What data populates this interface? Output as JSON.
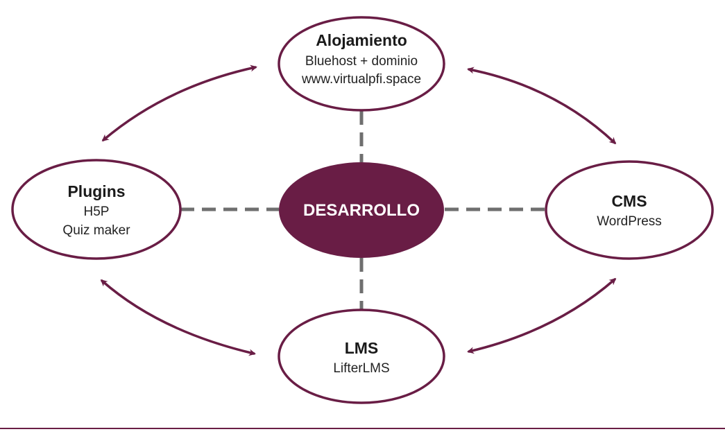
{
  "colors": {
    "accent": "#691d45",
    "connector": "#6f6f6f",
    "outline_fill": "#ffffff"
  },
  "diagram": {
    "center": {
      "title": "DESARROLLO"
    },
    "top": {
      "title": "Alojamiento",
      "lines": [
        "Bluehost + dominio",
        "www.virtualpfi.space"
      ]
    },
    "left": {
      "title": "Plugins",
      "lines": [
        "H5P",
        "Quiz maker"
      ]
    },
    "right": {
      "title": "CMS",
      "lines": [
        "WordPress"
      ]
    },
    "bottom": {
      "title": "LMS",
      "lines": [
        "LifterLMS"
      ]
    }
  }
}
